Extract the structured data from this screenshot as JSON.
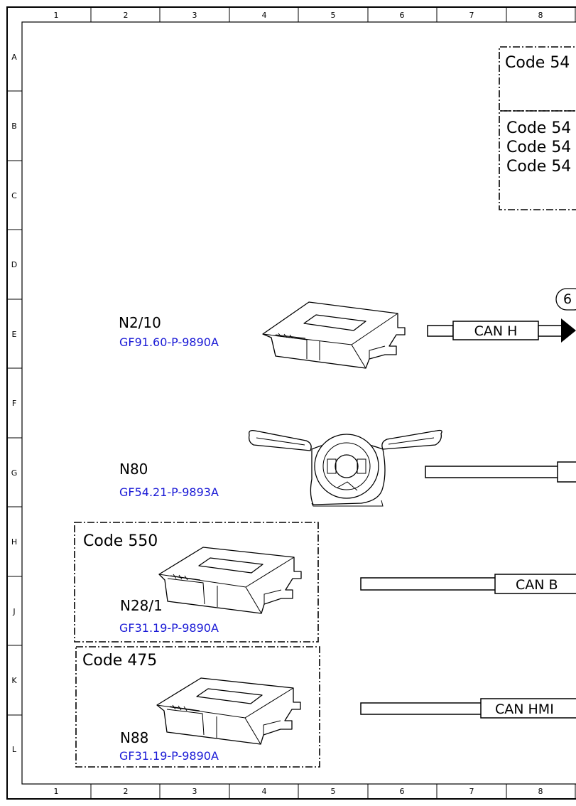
{
  "frame": {
    "columns": [
      "1",
      "2",
      "3",
      "4",
      "5",
      "6",
      "7",
      "8"
    ],
    "rows": [
      "A",
      "B",
      "C",
      "D",
      "E",
      "F",
      "G",
      "H",
      "J",
      "K",
      "L"
    ]
  },
  "code_boxes": {
    "top_a": [
      "Code 54"
    ],
    "top_b": [
      "Code 54",
      "Code 54",
      "Code 54"
    ]
  },
  "components": {
    "n2_10": {
      "name": "N2/10",
      "ref": "GF91.60-P-9890A",
      "bus": "CAN H",
      "connector_num": "6"
    },
    "n80": {
      "name": "N80",
      "ref": "GF54.21-P-9893A"
    },
    "n28_1": {
      "code": "Code 550",
      "name": "N28/1",
      "ref": "GF31.19-P-9890A",
      "bus": "CAN B"
    },
    "n88": {
      "code": "Code 475",
      "name": "N88",
      "ref": "GF31.19-P-9890A",
      "bus": "CAN HMI"
    }
  }
}
